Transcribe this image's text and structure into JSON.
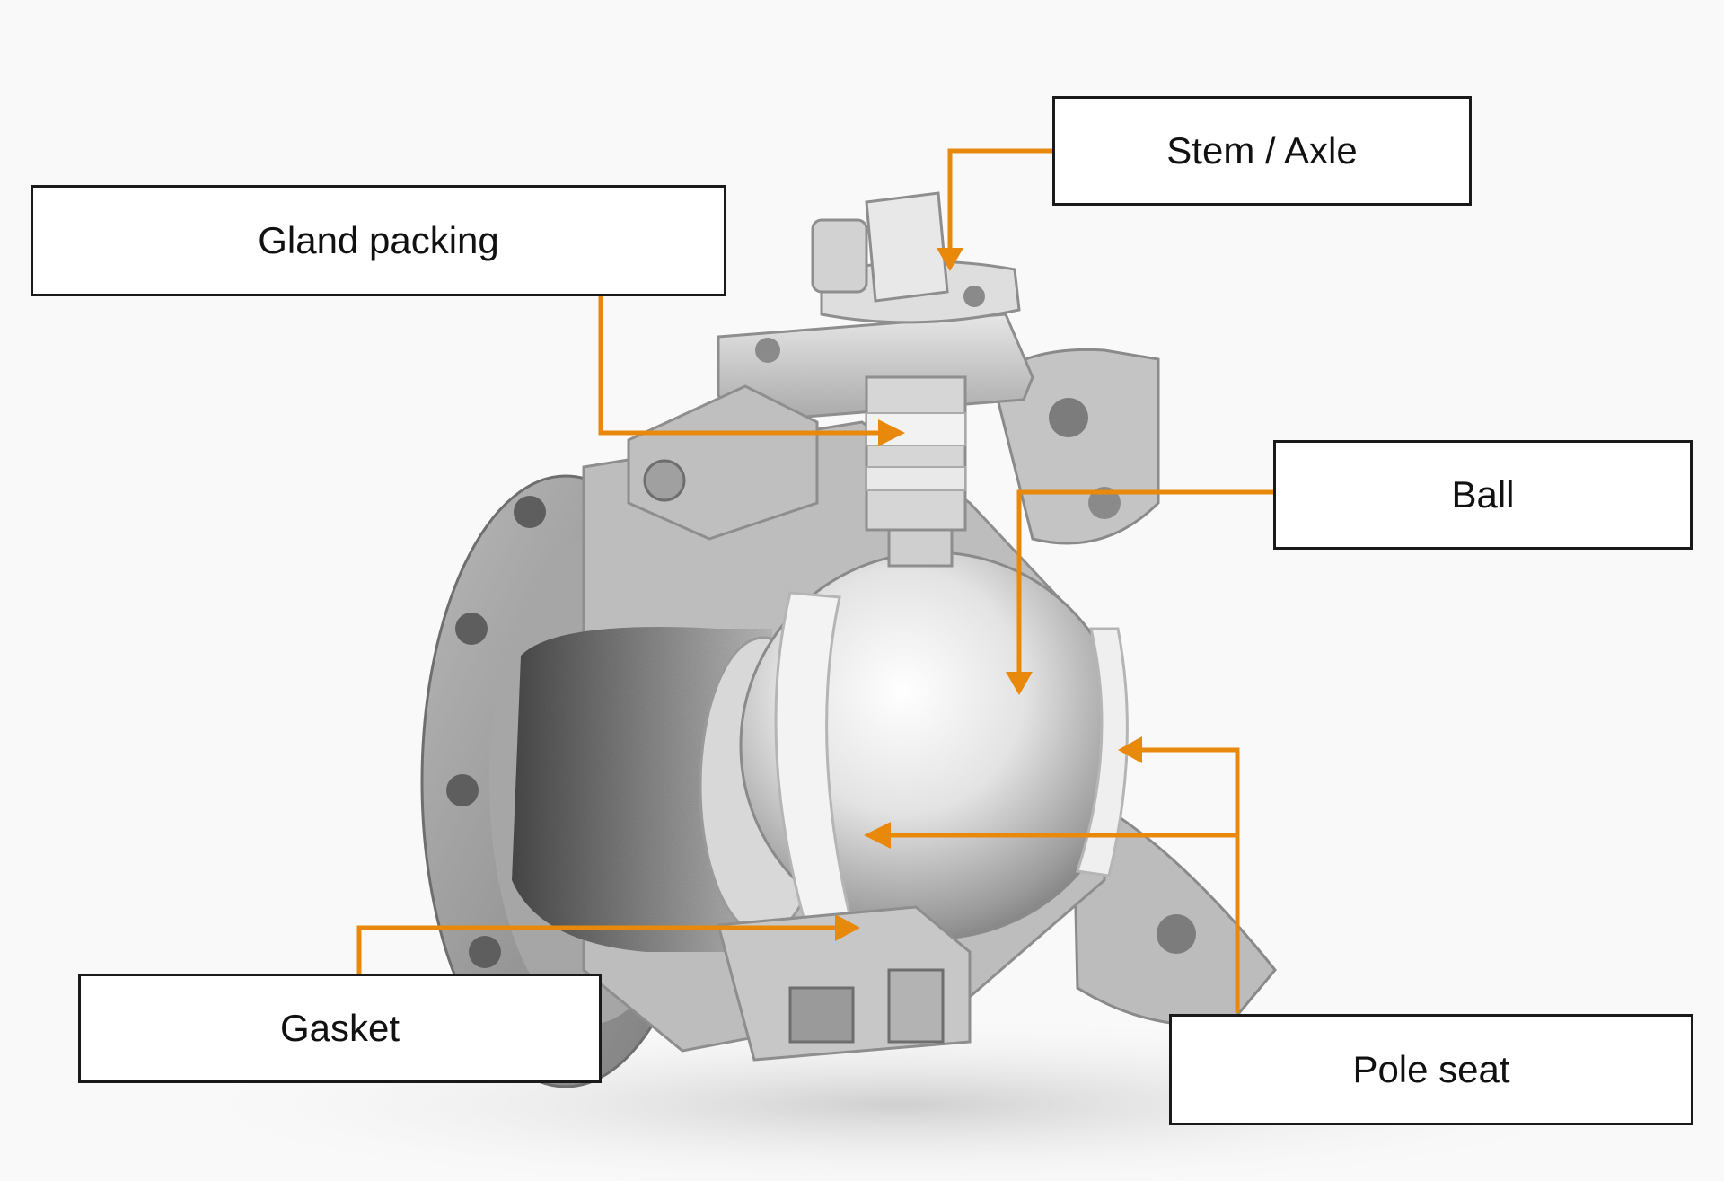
{
  "diagram": {
    "labels": {
      "stem": "Stem / Axle",
      "gland": "Gland packing",
      "ball": "Ball",
      "gasket": "Gasket",
      "seat": "Pole seat"
    },
    "leader_color": "#e8890c",
    "icons": [
      "ball-valve-cutaway-icon"
    ]
  }
}
